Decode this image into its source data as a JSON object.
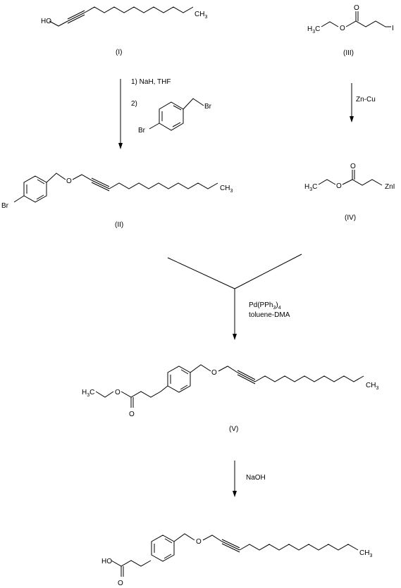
{
  "compounds": {
    "c1": {
      "label": "(I)",
      "ho": "HO",
      "ch3": "CH",
      "ch3_sub": "3"
    },
    "c3": {
      "label": "(III)",
      "h3c": "H",
      "h3c_sub": "3",
      "h3c_c": "C",
      "o1": "O",
      "o2": "O",
      "i": "I"
    },
    "c4": {
      "label": "(IV)",
      "h3c": "H",
      "h3c_sub": "3",
      "h3c_c": "C",
      "o1": "O",
      "o2": "O",
      "znl": "ZnI"
    },
    "c2": {
      "label": "(II)",
      "br": "Br",
      "o": "O",
      "ch3": "CH",
      "ch3_sub": "3"
    },
    "c5": {
      "label": "(V)",
      "h3c": "H",
      "h3c_sub": "3",
      "h3c_c": "C",
      "o1": "O",
      "o2": "O",
      "o3": "O",
      "ch3": "CH",
      "ch3_sub": "3"
    },
    "c6": {
      "ho": "HO",
      "o1": "O",
      "o2": "O",
      "ch3": "CH",
      "ch3_sub": "3"
    }
  },
  "reagents": {
    "step1_line1": "1) NaH, THF",
    "step1_line2": "2)",
    "benzyl_br1": "Br",
    "benzyl_br2": "Br",
    "step2": "Zn-Cu",
    "step3_line1_pre": "Pd(PPh",
    "step3_line1_sub1": "3",
    "step3_line1_close": ")",
    "step3_line1_sub2": "4",
    "step3_line2": "toluene-DMA",
    "step4": "NaOH"
  }
}
